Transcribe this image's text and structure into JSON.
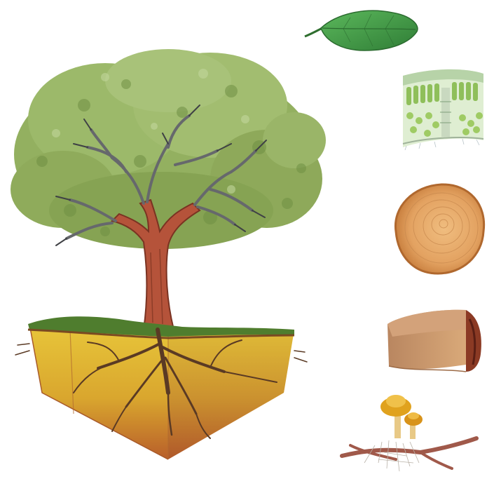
{
  "image": {
    "subjects": [
      {
        "name": "tree",
        "parts": [
          "canopy",
          "trunk",
          "branches",
          "soil-block",
          "roots"
        ]
      },
      {
        "name": "leaf"
      },
      {
        "name": "leaf-cross-section"
      },
      {
        "name": "trunk-slice"
      },
      {
        "name": "bark-piece"
      },
      {
        "name": "mushrooms-on-root"
      }
    ],
    "colors": {
      "canopy": "#8fae5c",
      "canopy_dark": "#6f8f43",
      "trunk": "#b5533a",
      "branch": "#6d6f73",
      "grass": "#4f7d2e",
      "soil_top": "#e3c23a",
      "soil_bottom": "#c0672b",
      "root": "#5a3a24",
      "leaf": "#3f9b47",
      "wood": "#e2a763",
      "mushroom": "#e0a21e"
    }
  }
}
